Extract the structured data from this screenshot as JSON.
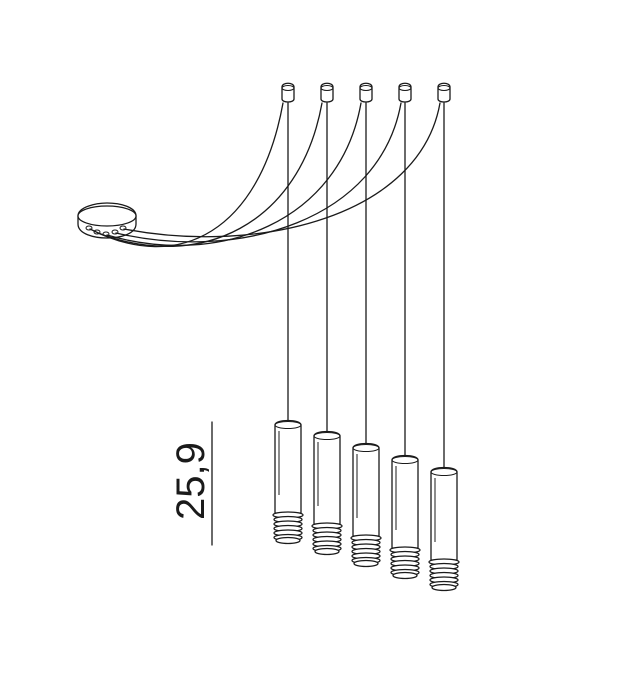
{
  "dimension": {
    "label": "25,9"
  },
  "colors": {
    "line": "#1a1a1a",
    "background": "#ffffff"
  },
  "pendants": [
    {
      "id": 1
    },
    {
      "id": 2
    },
    {
      "id": 3
    },
    {
      "id": 4
    },
    {
      "id": 5
    }
  ]
}
